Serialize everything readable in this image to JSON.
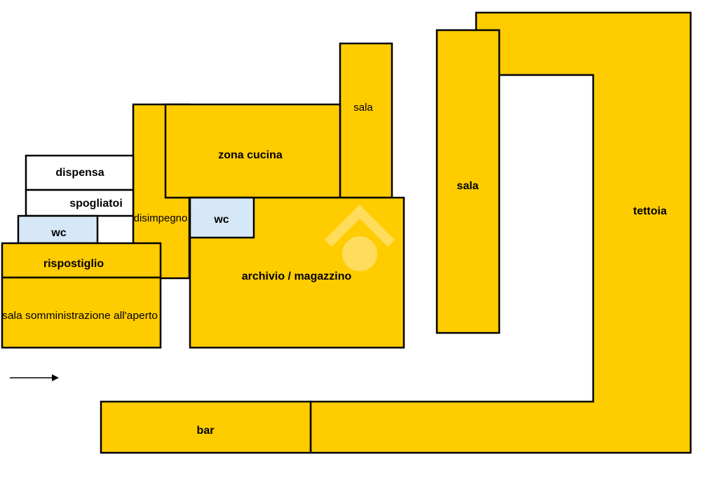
{
  "colors": {
    "room_yellow": "#FFCC00",
    "wc_blue": "#D6E8F7",
    "plain_white": "#FFFFFF",
    "outline": "#000000",
    "watermark": "#FFE27A"
  },
  "icons": {
    "watermark": "house-logo-watermark-icon",
    "direction": "arrow-right-icon"
  },
  "rooms": {
    "tettoia": "tettoia",
    "sala_right": "sala",
    "sala_top": "sala",
    "zona_cucina": "zona cucina",
    "dispensa": "dispensa",
    "spogliatoi": "spogliatoi",
    "wc_left": "wc",
    "wc_center": "wc",
    "disimpegno": "disimpegno",
    "rispostiglio": "rispostiglio",
    "sala_somministrazione": "sala somministrazione all'aperto",
    "archivio_magazzino": "archivio / magazzino",
    "bar": "bar"
  }
}
